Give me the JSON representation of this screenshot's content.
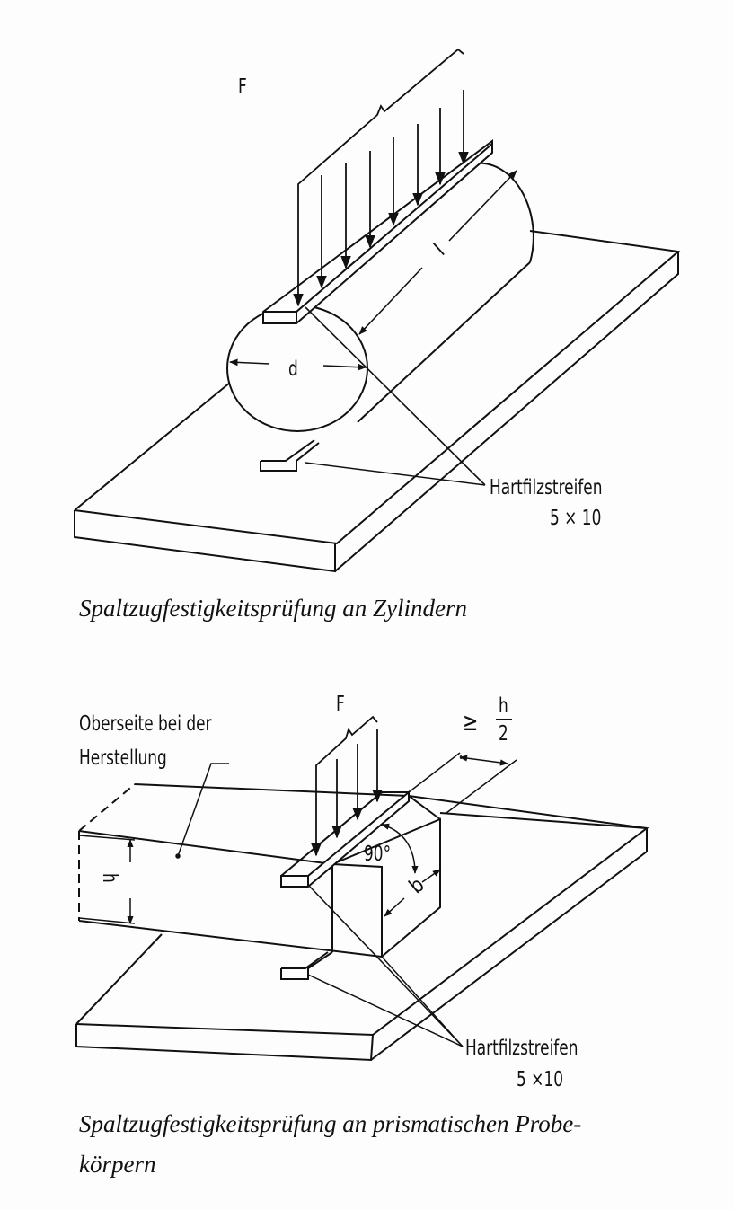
{
  "figure_top": {
    "force_label": "F",
    "diameter_label": "d",
    "length_label": "l",
    "strip_label": "Hartfilzstreifen",
    "strip_size": "5 × 10",
    "caption": "Spaltzugfestigkeitsprüfung an Zylindern"
  },
  "figure_bottom": {
    "force_label": "F",
    "top_side_label_line1": "Oberseite bei der",
    "top_side_label_line2": "Herstellung",
    "overhang_symbol": "≥",
    "overhang_numerator": "h",
    "overhang_denominator": "2",
    "angle_label": "90°",
    "height_label": "h",
    "width_label": "b",
    "strip_label": "Hartfilzstreifen",
    "strip_size": "5 ×10",
    "caption_line1": "Spaltzugfestigkeitsprüfung an prismatischen Probe-",
    "caption_line2": "körpern"
  }
}
